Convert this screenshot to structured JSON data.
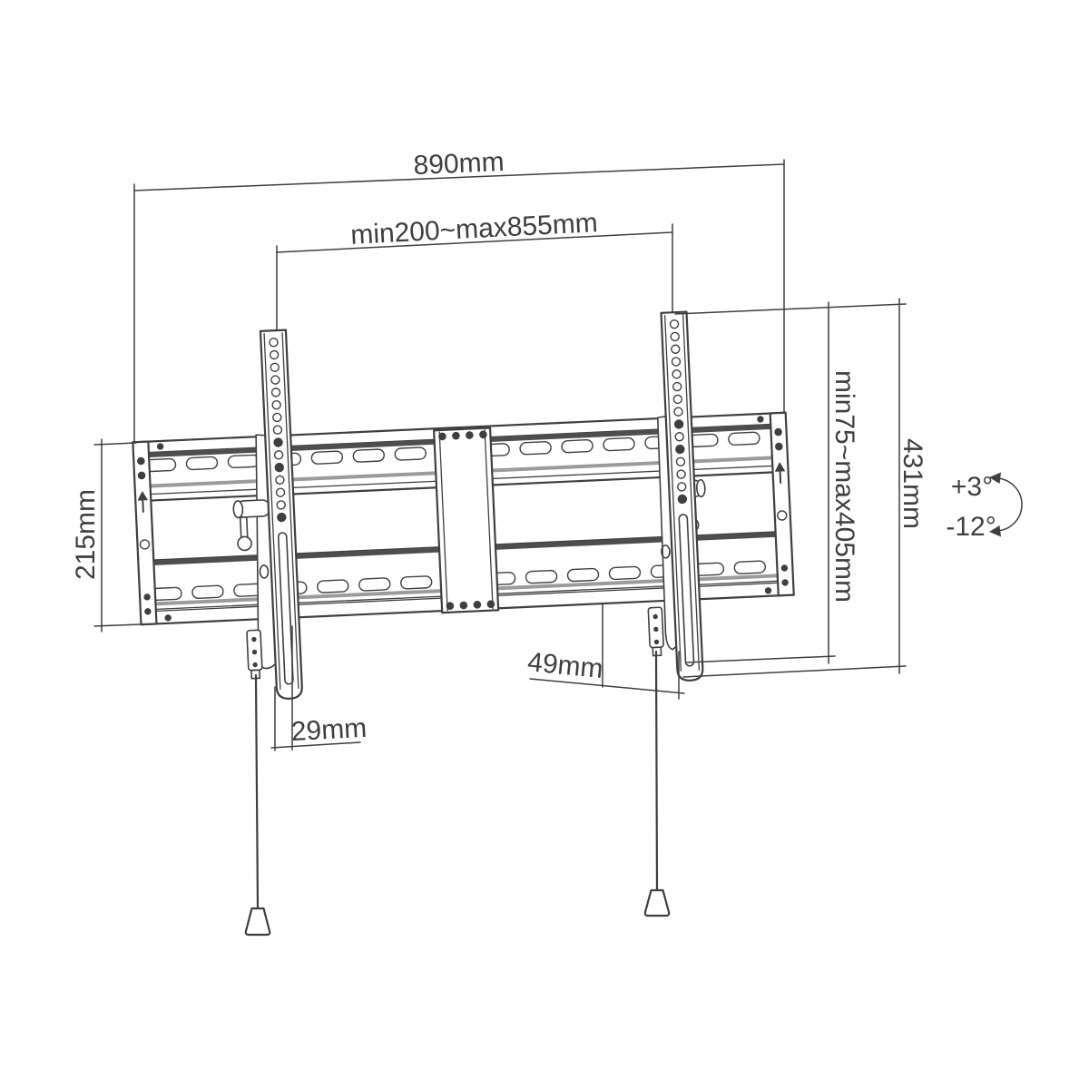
{
  "drawing": {
    "description": "Tilting TV wall mount bracket - dimensioned technical line drawing",
    "labels": {
      "overall_width": "890mm",
      "hole_pattern_width_range": "min200~max855mm",
      "hole_pattern_height_range": "min75~max405mm",
      "bracket_arm_height": "431mm",
      "wall_plate_height": "215mm",
      "bottom_gap": "49mm",
      "profile_offset": "29mm"
    },
    "tilt": {
      "up": "+3°",
      "down": "-12°"
    },
    "colors": {
      "background": "#ffffff",
      "line": "#3f3f3f",
      "text": "#3f3f3f"
    }
  }
}
